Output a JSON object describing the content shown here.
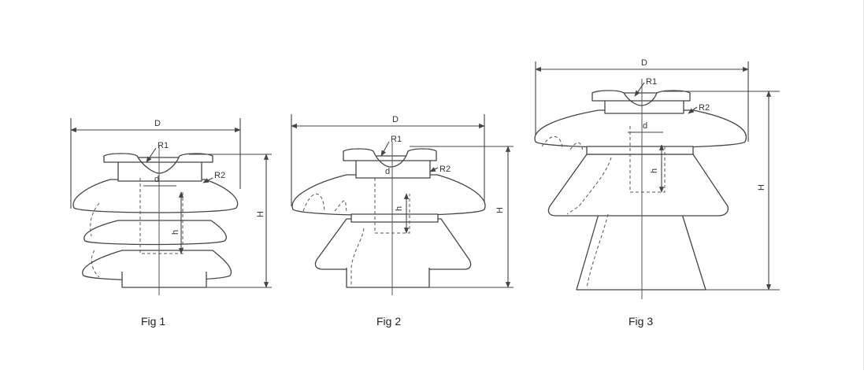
{
  "figures": [
    {
      "caption": "Fig 1",
      "labels": {
        "D": "D",
        "R1": "R1",
        "R2": "R2",
        "d": "d",
        "h": "h",
        "H": "H"
      }
    },
    {
      "caption": "Fig 2",
      "labels": {
        "D": "D",
        "R1": "R1",
        "R2": "R2",
        "d": "d",
        "h": "h",
        "H": "H"
      }
    },
    {
      "caption": "Fig 3",
      "labels": {
        "D": "D",
        "R1": "R1",
        "R2": "R2",
        "d": "d",
        "h": "h",
        "H": "H"
      }
    }
  ]
}
